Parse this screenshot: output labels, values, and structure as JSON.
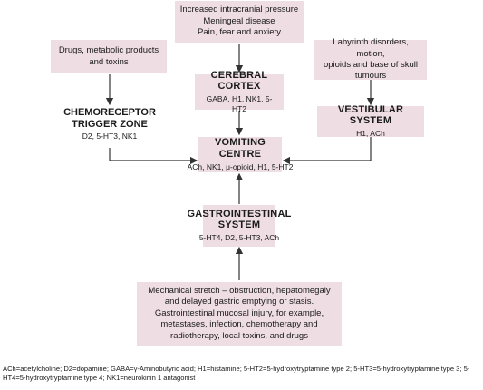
{
  "top_box": {
    "lines": [
      "Increased intracranial pressure",
      "Meningeal disease",
      "Pain, fear and anxiety"
    ]
  },
  "drugs_box": {
    "lines": [
      "Drugs, metabolic products",
      "and toxins"
    ]
  },
  "labyrinth_box": {
    "lines": [
      "Labyrinth disorders, motion,",
      "opioids and base of skull",
      "tumours"
    ]
  },
  "cerebral_cortex": {
    "title": "CEREBRAL CORTEX",
    "receptors": "GABA, H1, NK1, 5-HT2"
  },
  "ctz": {
    "title_line1": "CHEMORECEPTOR",
    "title_line2": "TRIGGER ZONE",
    "receptors": "D2, 5-HT3, NK1"
  },
  "vestibular": {
    "title": "VESTIBULAR SYSTEM",
    "receptors": "H1, ACh"
  },
  "vomiting_centre": {
    "title": "VOMITING CENTRE",
    "receptors": "ACh, NK1, μ-opioid, H1, 5-HT2"
  },
  "gi_system": {
    "title_line1": "GASTROINTESTINAL",
    "title_line2": "SYSTEM",
    "receptors": "5-HT4, D2, 5-HT3, ACh"
  },
  "bottom_box": {
    "lines": [
      "Mechanical stretch – obstruction, hepatomegaly",
      "and delayed gastric emptying or stasis.",
      "Gastrointestinal mucosal injury, for example,",
      "metastases, infection, chemotherapy and",
      "radiotherapy, local toxins, and drugs"
    ]
  },
  "footnote": {
    "text": "ACh=acetylcholine; D2=dopamine; GABA=γ-Aminobutyric acid; H1=histamine; 5-HT2=5-hydroxytryptamine type 2; 5-HT3=5-hydroxytryptamine type 3; 5-HT4=5-hydroxytryptamine type 4; NK1=neurokinin 1 antagonist"
  },
  "colors": {
    "box_fill": "#eedde2",
    "arrow": "#333333"
  }
}
